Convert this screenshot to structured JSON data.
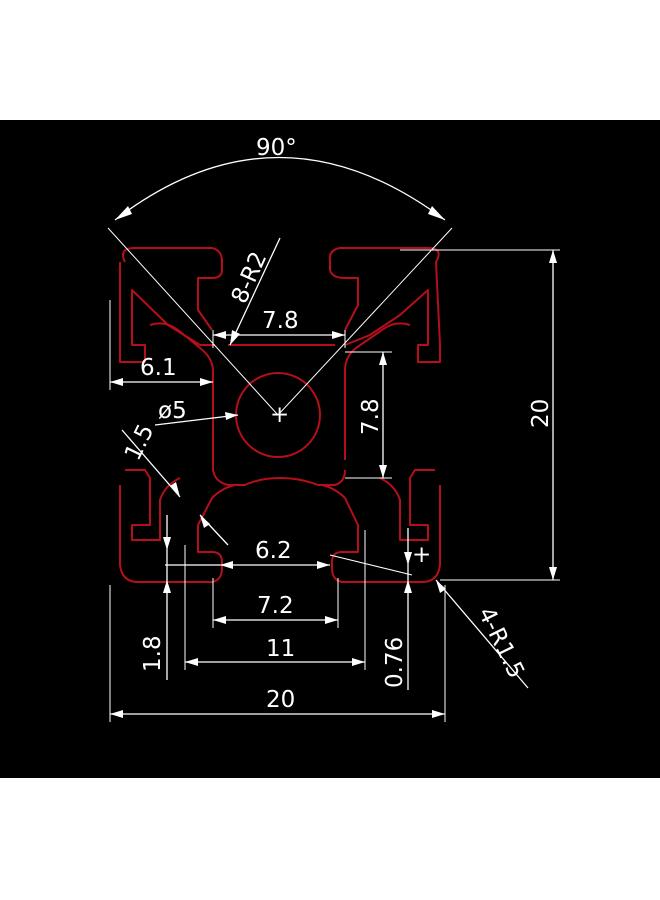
{
  "colors": {
    "background": "#000000",
    "page": "#ffffff",
    "profile_line": "#b40f1a",
    "dimension_line": "#ffffff"
  },
  "dimensions": {
    "angle": "90°",
    "fillet_top": "8-R2",
    "slot_top": "7.8",
    "width_left": "6.1",
    "center_bore": "ø5",
    "web_thickness": "1.5",
    "core_height": "7.8",
    "overall_height": "20",
    "slot_inner": "6.2",
    "slot_opening": "7.2",
    "slot_width": "11",
    "lip_height": "1.8",
    "lip_thickness": "0.76",
    "fillet_corner": "4-R1.5",
    "overall_width": "20"
  }
}
